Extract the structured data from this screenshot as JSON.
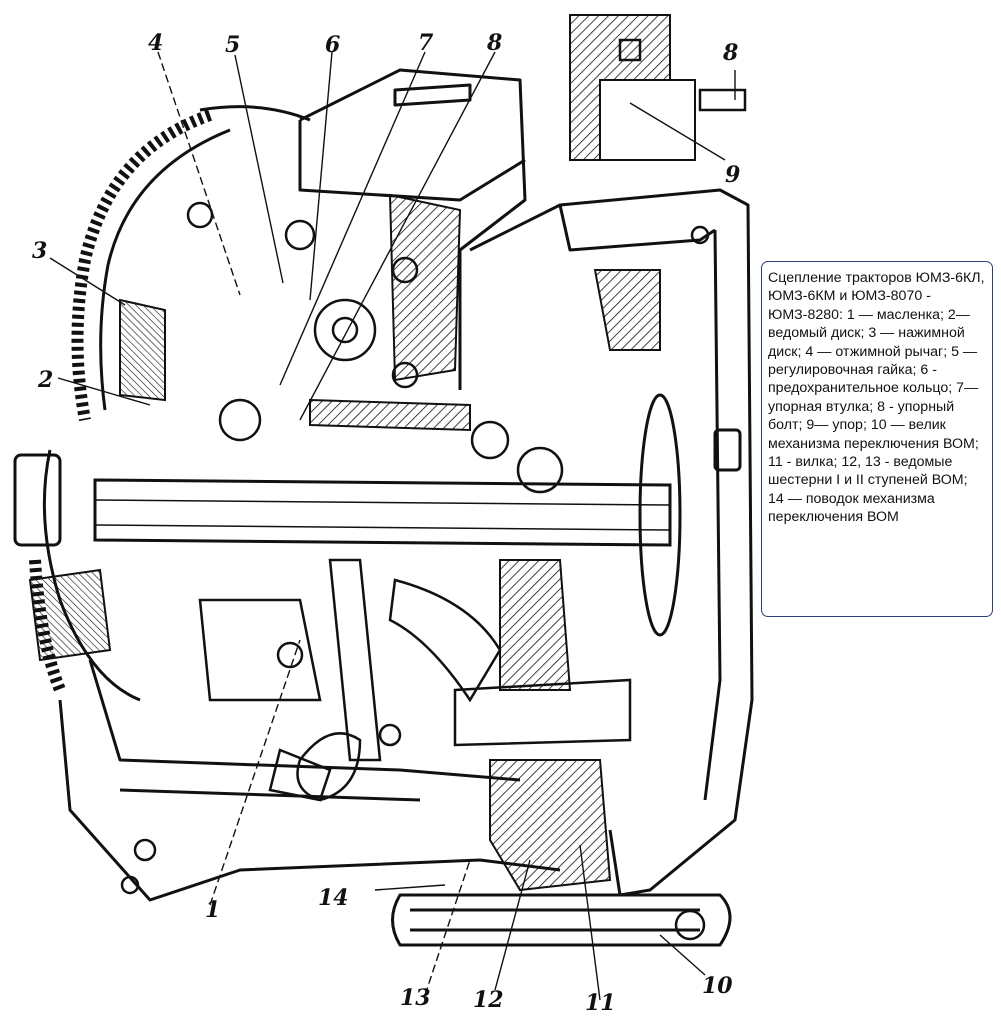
{
  "caption": "Сцепление тракторов ЮМЗ-6КЛ, ЮМЗ-6КМ и ЮМЗ-8070 - ЮМЗ-8280: 1 — масленка; 2— ведомый диск; 3 — нажимной диск; 4 — отжимной рычаг; 5 — регулировочная гайка; 6 - предохранительное кольцо; 7— упорная втулка; 8 - упорный болт; 9— упор; 10 — велик механизма переключения ВОМ; 11 - вилка; 12, 13 - ведомые шестерни I и II ступеней ВОМ; 14 — поводок механизма переключения ВОМ",
  "labels": {
    "l1": "1",
    "l2": "2",
    "l3": "3",
    "l4": "4",
    "l5": "5",
    "l6": "6",
    "l7": "7",
    "l8": "8",
    "l8b": "8",
    "l9": "9",
    "l10": "10",
    "l11": "11",
    "l12": "12",
    "l13": "13",
    "l14": "14"
  },
  "colors": {
    "ink": "#111111",
    "caption_border": "#2a3f7a"
  }
}
